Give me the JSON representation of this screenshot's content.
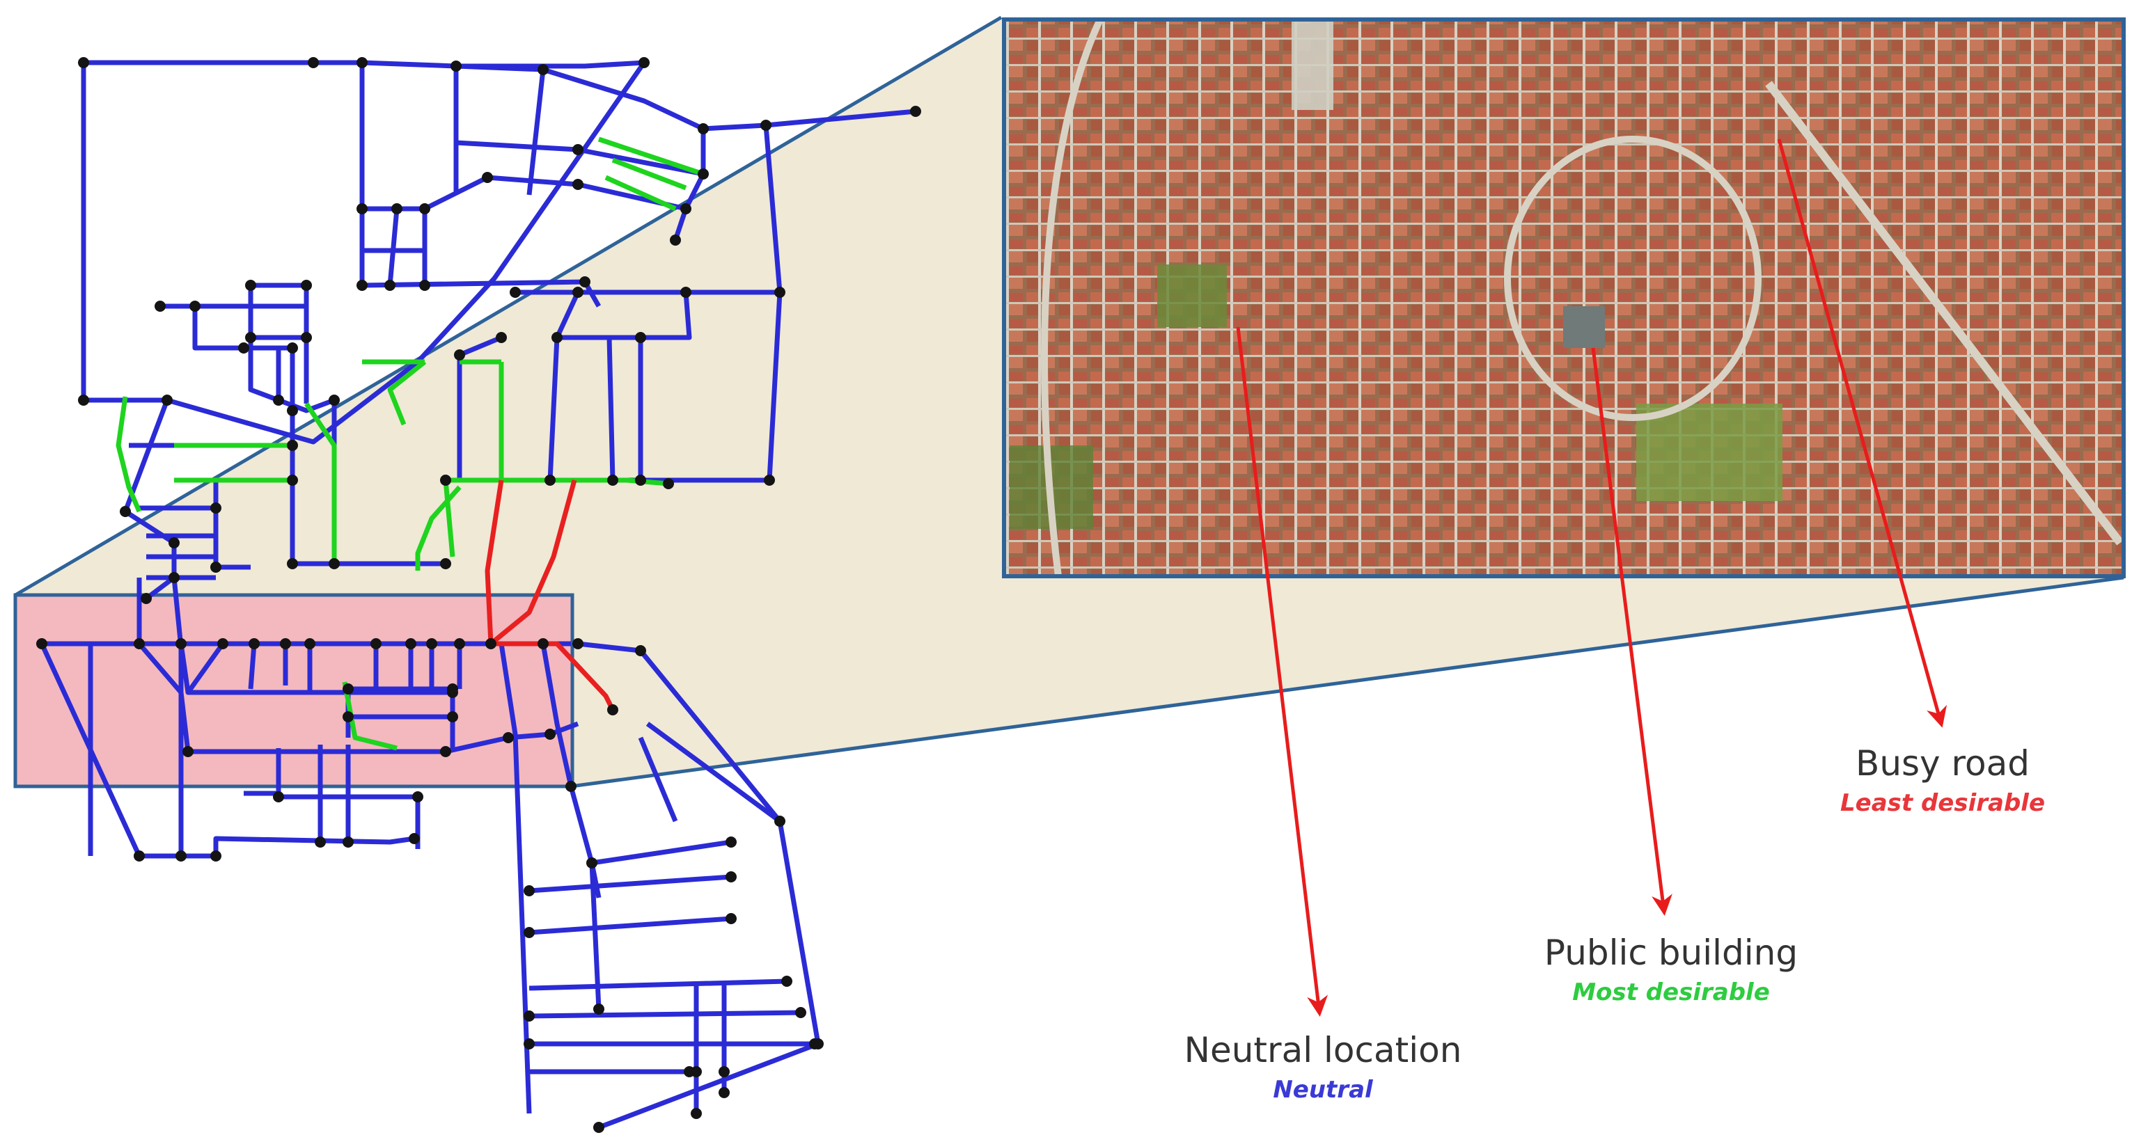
{
  "colors": {
    "pipe_default": "#2b2bd6",
    "pipe_desirable": "#1ed41e",
    "pipe_undesirable": "#e82020",
    "node": "#141414",
    "zoom_fill": "#efe9d6",
    "zoom_border": "#2f6398",
    "highlight_fill": "#f4b8bf",
    "arrow": "#e81c1c"
  },
  "callouts": [
    {
      "id": "busy",
      "title": "Busy road",
      "rating": "Least desirable",
      "rating_color": "#e8363a"
    },
    {
      "id": "public",
      "title": "Public building",
      "rating": "Most desirable",
      "rating_color": "#2ecc40"
    },
    {
      "id": "neutral",
      "title": "Neutral location",
      "rating": "Neutral",
      "rating_color": "#3a3ad6"
    }
  ],
  "aerial_image": {
    "description_icon": "satellite-map-icon"
  }
}
